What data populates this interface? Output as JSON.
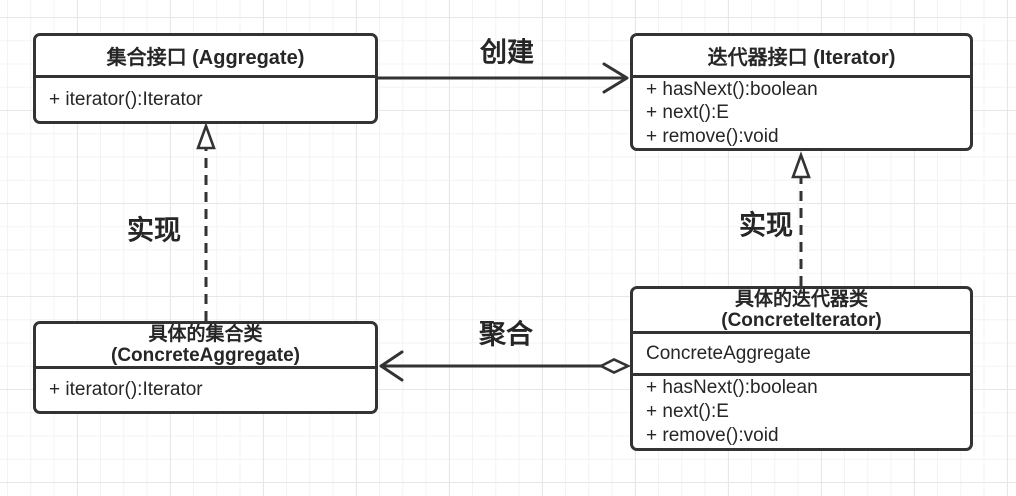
{
  "classes": {
    "aggregate": {
      "name": "集合接口 (Aggregate)",
      "methods": [
        "+ iterator():Iterator"
      ]
    },
    "iterator": {
      "name": "迭代器接口 (Iterator)",
      "methods": [
        "+ hasNext():boolean",
        "+ next():E",
        "+ remove():void"
      ]
    },
    "concrete_aggregate": {
      "name_line1": "具体的集合类",
      "name_line2": "(ConcreteAggregate)",
      "methods": [
        "+ iterator():Iterator"
      ]
    },
    "concrete_iterator": {
      "name_line1": "具体的迭代器类",
      "name_line2": "(ConcreteIterator)",
      "fields": [
        "ConcreteAggregate"
      ],
      "methods": [
        "+ hasNext():boolean",
        "+ next():E",
        "+ remove():void"
      ]
    }
  },
  "relations": {
    "create": {
      "label": "创建",
      "style": "solid-open-arrow"
    },
    "realize_left": {
      "label": "实现",
      "style": "dashed-hollow-triangle"
    },
    "realize_right": {
      "label": "实现",
      "style": "dashed-hollow-triangle"
    },
    "aggregation": {
      "label": "聚合",
      "style": "solid-open-arrow-hollow-diamond"
    }
  },
  "colors": {
    "stroke": "#333333",
    "text": "#262626",
    "bg": "#ffffff",
    "grid-minor": "#f3f3f3",
    "grid-major": "#e7e7e7"
  }
}
